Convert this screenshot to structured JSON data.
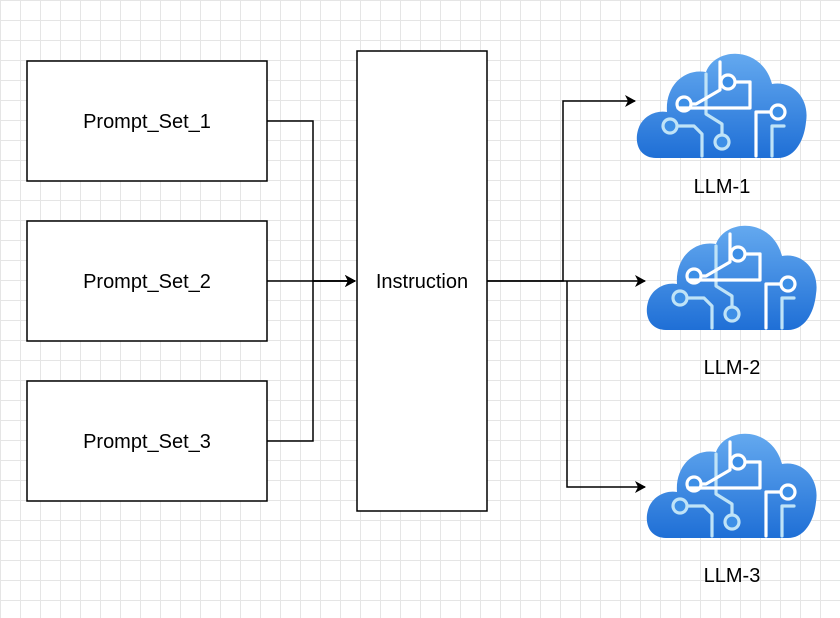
{
  "nodes": {
    "prompt_set_1": "Prompt_Set_1",
    "prompt_set_2": "Prompt_Set_2",
    "prompt_set_3": "Prompt_Set_3",
    "instruction": "Instruction"
  },
  "llms": [
    {
      "label": "LLM-1",
      "icon": "cloud-ai-circuit-icon"
    },
    {
      "label": "LLM-2",
      "icon": "cloud-ai-circuit-icon"
    },
    {
      "label": "LLM-3",
      "icon": "cloud-ai-circuit-icon"
    }
  ],
  "colors": {
    "cloud_top": "#64a9ef",
    "cloud_bottom": "#1f6fd6",
    "circuit": "#ffffff",
    "circuit_soft": "#bfe3f7",
    "grid": "#e5e5e5",
    "stroke": "#000000"
  }
}
